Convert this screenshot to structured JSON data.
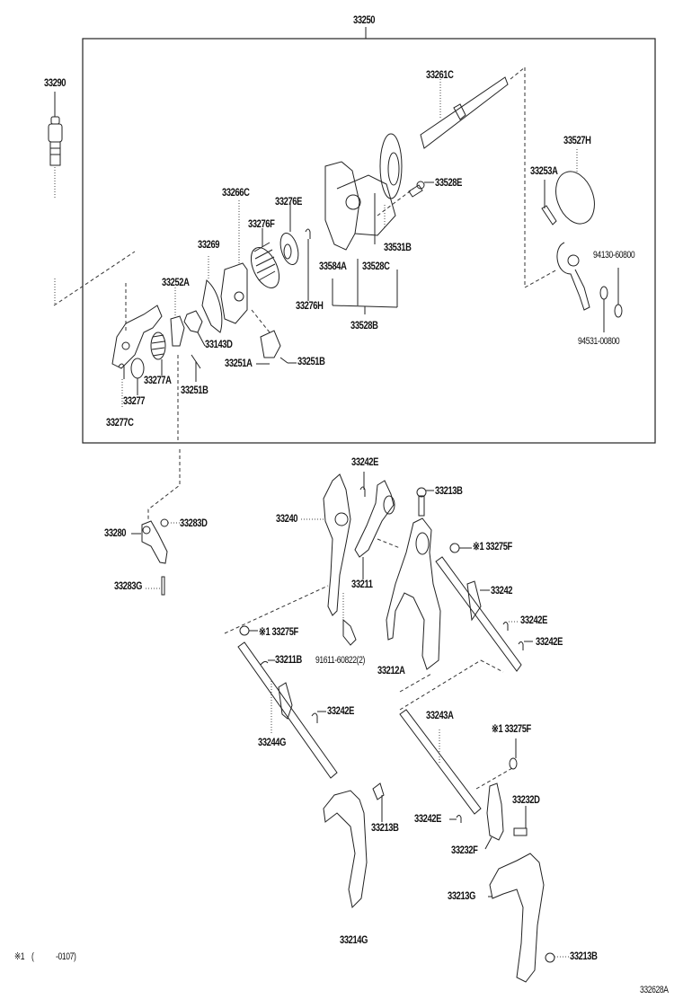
{
  "diagram": {
    "title": "Transmission shift fork and shift lever parts",
    "figure_code": "332628A",
    "footnote": {
      "marker": "※1",
      "bracket_open": "(",
      "range": "-0107)"
    },
    "assembly": {
      "label": "33250"
    },
    "labels": {
      "p33290": "33290",
      "p33261C": "33261C",
      "p33527H": "33527H",
      "p33253A": "33253A",
      "p33528E": "33528E",
      "p33266C": "33266C",
      "p33276E": "33276E",
      "p33276F": "33276F",
      "p33269": "33269",
      "p33584A": "33584A",
      "p33528C": "33528C",
      "p33531B": "33531B",
      "p33276H": "33276H",
      "p33528B": "33528B",
      "p94130": "94130-60800",
      "p94531": "94531-00800",
      "p33252A": "33252A",
      "p33143D": "33143D",
      "p33251A": "33251A",
      "p33251B_r": "33251B",
      "p33277A": "33277A",
      "p33251B_l": "33251B",
      "p33277": "33277",
      "p33277C": "33277C",
      "p33242E_top": "33242E",
      "p33213B_top": "33213B",
      "p33240": "33240",
      "p33280": "33280",
      "p33283D": "33283D",
      "p33283G": "33283G",
      "p33275F_a": "※1 33275F",
      "p33211": "33211",
      "p33242": "33242",
      "p33242E_r1": "33242E",
      "p33242E_r2": "33242E",
      "p33275F_b": "※1 33275F",
      "p33211B": "33211B",
      "p91611": "91611-60822(2)",
      "p33212A": "33212A",
      "p33242E_mid": "33242E",
      "p33244G": "33244G",
      "p33243A": "33243A",
      "p33275F_c": "※1 33275F",
      "p33213B_mid": "33213B",
      "p33232D": "33232D",
      "p33242E_low": "33242E",
      "p33232F": "33232F",
      "p33213G": "33213G",
      "p33214G": "33214G",
      "p33213B_bot": "33213B"
    }
  }
}
